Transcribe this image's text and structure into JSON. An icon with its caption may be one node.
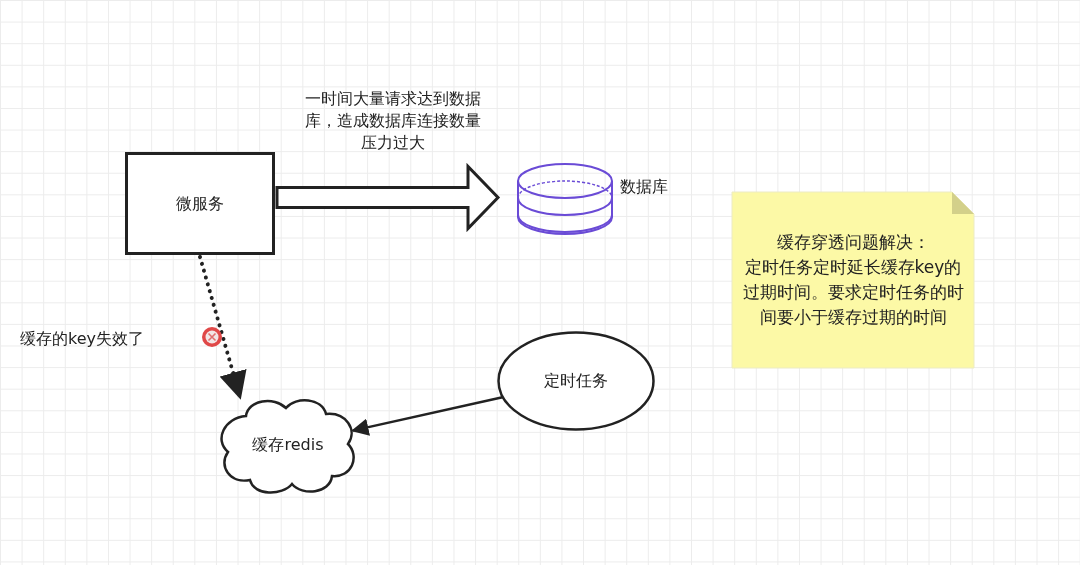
{
  "diagram": {
    "nodes": [
      {
        "text": [
          "微服务"
        ]
      },
      {
        "text": [],
        "shape": "cylinder",
        "beside": [
          "数据库"
        ]
      },
      {
        "text": [
          "缓存redis"
        ]
      },
      {
        "text": [
          "定时任务"
        ]
      },
      {
        "text": [
          "缓存穿透问题解决：",
          "定时任务定时延长缓存key的过期时间。要求定时任务的时间要小于缓存过期的时间"
        ]
      }
    ],
    "edges": [
      {
        "from": 0,
        "to": 1,
        "arrow": "to",
        "style": "thick",
        "label": "一时间大量请求达到数据库，造成数据库连接数量压力过大"
      },
      {
        "from": 0,
        "to": 2,
        "arrow": "to",
        "style": "dashed",
        "label": "缓存的key失效了"
      },
      {
        "from": 3,
        "to": 2,
        "arrow": "to"
      }
    ]
  }
}
